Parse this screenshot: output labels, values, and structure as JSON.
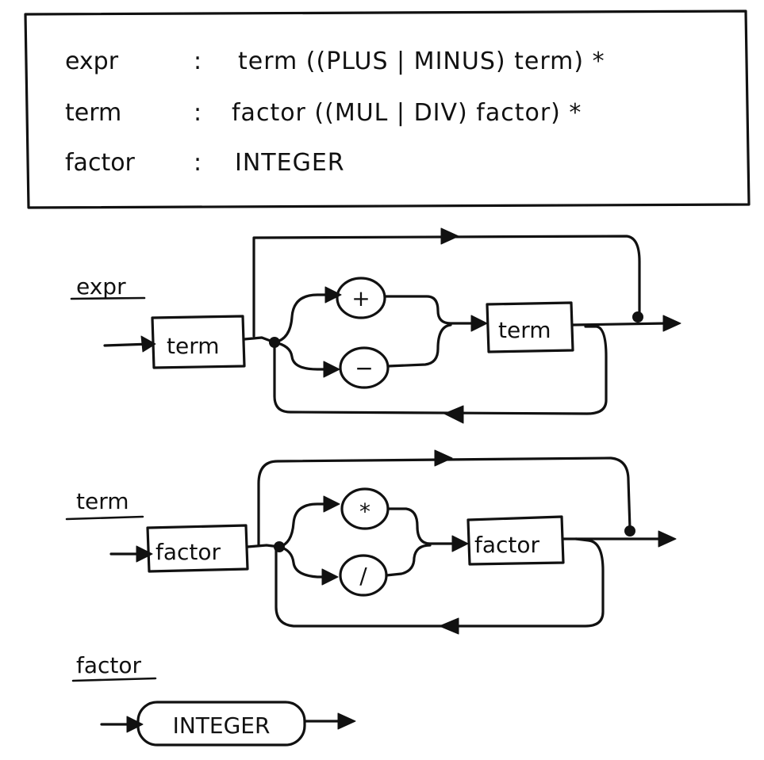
{
  "grammar": {
    "rules": [
      {
        "name": "expr",
        "colon": ":",
        "definition": "term ((PLUS | MINUS) term) *"
      },
      {
        "name": "term",
        "colon": ":",
        "definition": "factor ((MUL | DIV) factor) *"
      },
      {
        "name": "factor",
        "colon": ":",
        "definition": "INTEGER"
      }
    ]
  },
  "diagrams": {
    "expr": {
      "label": "expr",
      "first_box": "term",
      "op1": "+",
      "op2": "−",
      "second_box": "term"
    },
    "term": {
      "label": "term",
      "first_box": "factor",
      "op1": "*",
      "op2": "/",
      "second_box": "factor"
    },
    "factor": {
      "label": "factor",
      "box": "INTEGER"
    }
  },
  "colors": {
    "ink": "#111111",
    "paper": "#ffffff"
  }
}
